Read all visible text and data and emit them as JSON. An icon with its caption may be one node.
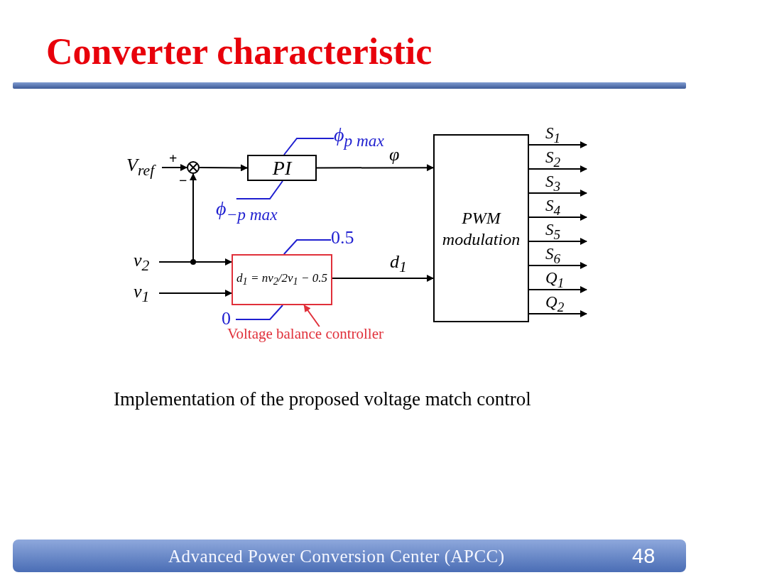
{
  "diagram": {
    "title": "Converter characteristic",
    "caption": "Implementation of the proposed voltage match control",
    "nodes": [
      {
        "text": [
          "V$_{ref}$"
        ]
      },
      {
        "text": [],
        "shape": "circle"
      },
      {
        "text": [
          "PI"
        ]
      },
      {
        "text": [
          "ϕ$_{p max}$"
        ]
      },
      {
        "text": [
          "ϕ$_{−p max}$"
        ]
      },
      {
        "text": [
          "PWM modulation"
        ]
      },
      {
        "text": [
          "v$_{2}$"
        ]
      },
      {
        "text": [
          "v$_{1}$"
        ]
      },
      {
        "text": [
          "d$_{1}$ = nv$_{2}$/2v$_{1}$ − 0.5"
        ]
      },
      {
        "text": [
          "0.5"
        ]
      },
      {
        "text": [
          "0"
        ]
      },
      {
        "text": [
          "Voltage balance controller"
        ]
      }
    ],
    "edges": [
      {
        "from": 0,
        "to": 1,
        "arrow": "to",
        "label": "+"
      },
      {
        "from": 1,
        "to": 2,
        "arrow": "to"
      },
      {
        "from": 2,
        "to": 5,
        "arrow": "to",
        "label": "φ"
      },
      {
        "from": 3,
        "to": 2,
        "arrow": "none",
        "color": "#1f1fd0"
      },
      {
        "from": 4,
        "to": 2,
        "arrow": "none",
        "color": "#1f1fd0"
      },
      {
        "from": 6,
        "to": 8,
        "arrow": "to"
      },
      {
        "from": 6,
        "to": 1,
        "arrow": "to",
        "label": "−"
      },
      {
        "from": 7,
        "to": 8,
        "arrow": "to"
      },
      {
        "from": 8,
        "to": 5,
        "arrow": "to",
        "label": "d$_{1}$"
      },
      {
        "from": 9,
        "to": 8,
        "arrow": "none",
        "color": "#1f1fd0"
      },
      {
        "from": 10,
        "to": 8,
        "arrow": "none",
        "color": "#1f1fd0"
      },
      {
        "from": 11,
        "to": 8,
        "arrow": "to",
        "color": "#e0303a"
      },
      {
        "from": 5,
        "to": null,
        "arrow": "to",
        "label": "S$_{1}$"
      },
      {
        "from": 5,
        "to": null,
        "arrow": "to",
        "label": "S$_{2}$"
      },
      {
        "from": 5,
        "to": null,
        "arrow": "to",
        "label": "S$_{3}$"
      },
      {
        "from": 5,
        "to": null,
        "arrow": "to",
        "label": "S$_{4}$"
      },
      {
        "from": 5,
        "to": null,
        "arrow": "to",
        "label": "S$_{5}$"
      },
      {
        "from": 5,
        "to": null,
        "arrow": "to",
        "label": "S$_{6}$"
      },
      {
        "from": 5,
        "to": null,
        "arrow": "to",
        "label": "Q$_{1}$"
      },
      {
        "from": 5,
        "to": null,
        "arrow": "to",
        "label": "Q$_{2}$"
      }
    ],
    "labels": [
      "Advanced Power Conversion Center (APCC)",
      "48"
    ]
  }
}
